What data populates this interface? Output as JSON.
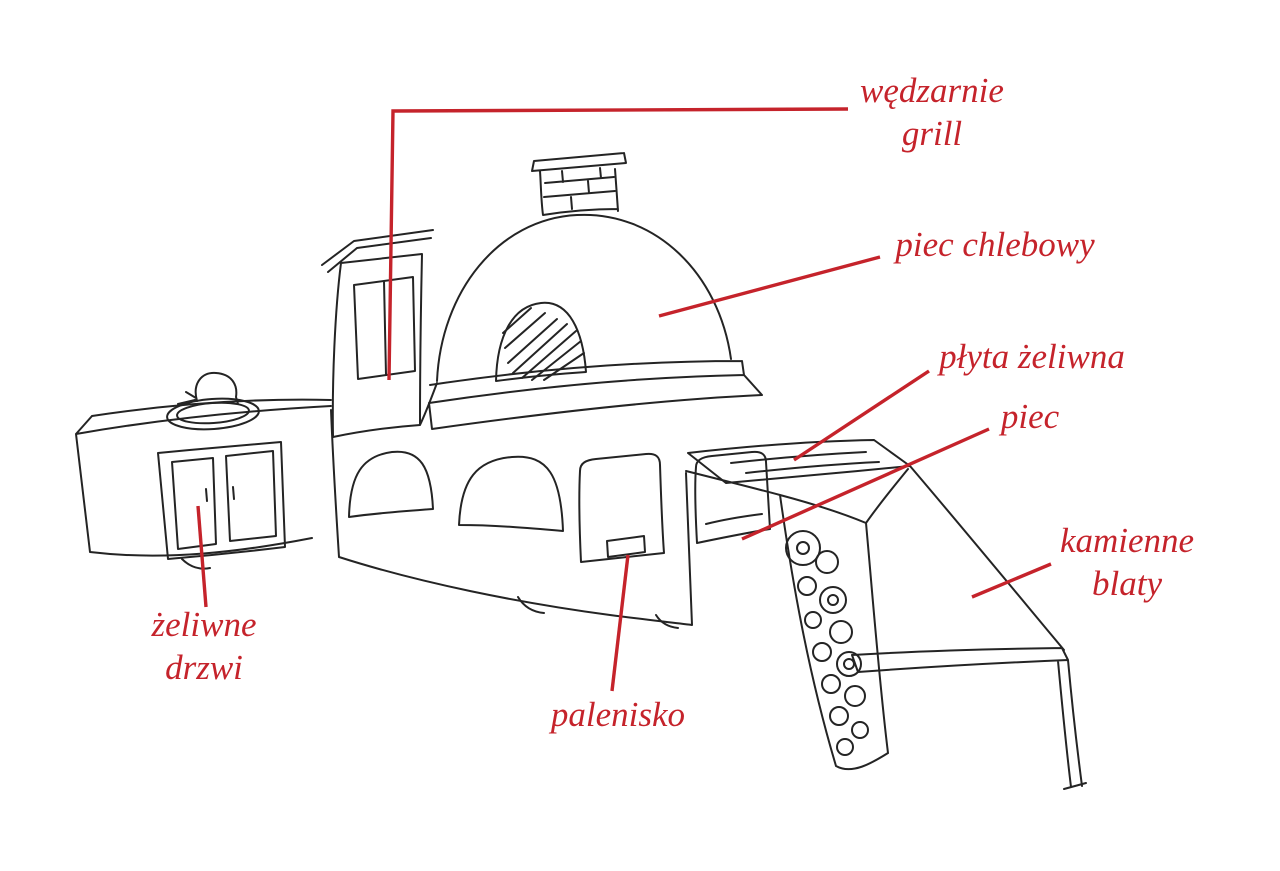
{
  "diagram": {
    "type": "labeled-sketch",
    "subject": "garden masonry kitchen with bread oven, smoker and grill (hand-drawn sketch)",
    "labels": [
      {
        "id": "wedzarnie-grill",
        "text": "wędzarnie\ngrill"
      },
      {
        "id": "piec-chlebowy",
        "text": "piec chlebowy"
      },
      {
        "id": "plyta-zeliwna",
        "text": "płyta żeliwna"
      },
      {
        "id": "piec",
        "text": "piec"
      },
      {
        "id": "kamienne-blaty",
        "text": "kamienne\nblaty"
      },
      {
        "id": "zeliwne-drzwi",
        "text": "żeliwne\ndrzwi"
      },
      {
        "id": "palenisko",
        "text": "palenisko"
      }
    ],
    "colors": {
      "accent": "#c5232b",
      "ink": "#242424",
      "background": "#ffffff"
    }
  }
}
